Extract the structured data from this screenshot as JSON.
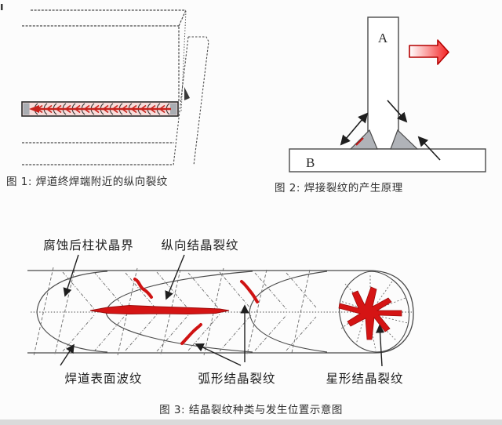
{
  "page": {
    "background": "#fcfcfc",
    "footer_band_color": "#dadada"
  },
  "colors": {
    "line_dark": "#4a4a4a",
    "crack_red": "#d51414",
    "crack_red_dark": "#9c0c0c",
    "weld_fillet_gray": "#b0b3b8",
    "bead_pink": "#f8dcda",
    "tension_arrow_red": "#f42222"
  },
  "icons": {
    "tension_arrow": "red-right-arrow",
    "stress_arrows": "black-diagonal-arrows",
    "pointer_arrows": "black-leader-arrows"
  },
  "figure1": {
    "caption": "图 1: 焊道终焊端附近的纵向裂纹"
  },
  "figure2": {
    "caption": "图 2: 焊接裂纹的产生原理",
    "plate_top_label": "A",
    "plate_base_label": "B"
  },
  "figure3": {
    "caption": "图 3: 结晶裂纹种类与发生位置示意图",
    "labels": {
      "corroded_columnar_grain_boundary": "腐蚀后柱状晶界",
      "longitudinal_crystallization_crack": "纵向结晶裂纹",
      "weld_surface_ripple": "焊道表面波纹",
      "arc_crystallization_crack": "弧形结晶裂纹",
      "star_crystallization_crack": "星形结晶裂纹"
    }
  }
}
